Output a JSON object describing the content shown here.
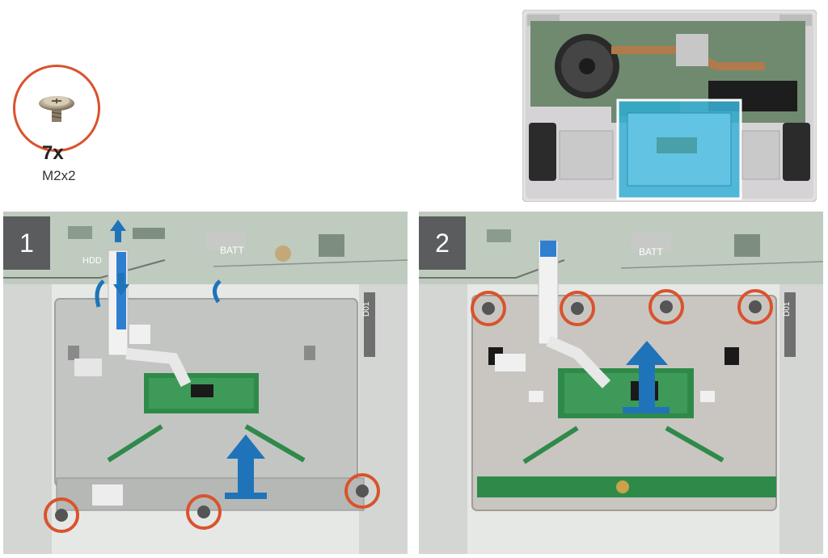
{
  "legend": {
    "quantity": "7x",
    "screw_size": "M2x2"
  },
  "steps": [
    {
      "number": "1",
      "labels": {
        "hdd": "HDD",
        "batt": "BATT",
        "d01": "D01"
      }
    },
    {
      "number": "2",
      "labels": {
        "batt": "BATT",
        "d01": "D01"
      }
    }
  ],
  "colors": {
    "callout": "#d9532c",
    "arrow": "#1f74b9",
    "badge": "#5a5c5e",
    "pcb": "#2f8a4a",
    "cable": "#2f7fd0"
  }
}
